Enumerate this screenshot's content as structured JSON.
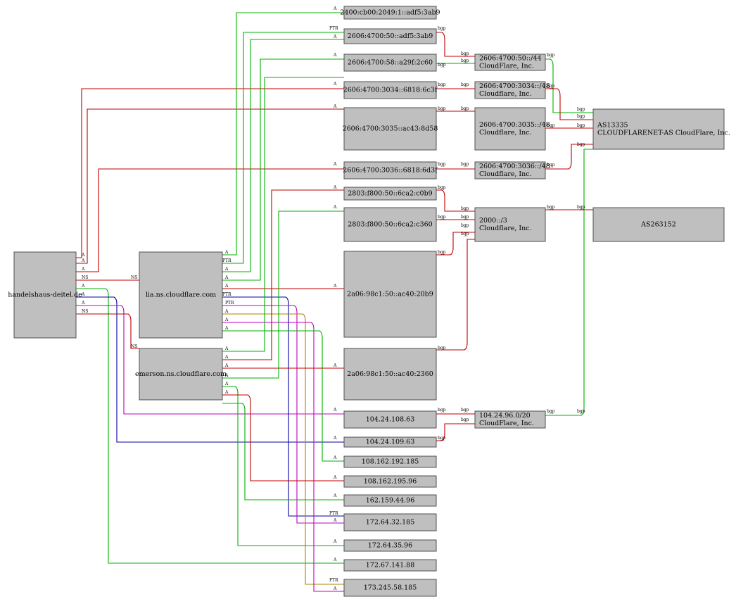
{
  "nodes": {
    "domain": [
      "handelshaus-deitel.de"
    ],
    "ns1": [
      "lia.ns.cloudflare.com"
    ],
    "ns2": [
      "emerson.ns.cloudflare.com"
    ],
    "ip6_1": [
      "2400:cb00:2049:1::adf5:3ab9"
    ],
    "ip6_2": [
      "2606:4700:50::adf5:3ab9"
    ],
    "ip6_3": [
      "2606:4700:58::a29f:2c60"
    ],
    "ip6_4": [
      "2606:4700:3034::6818:6c3f"
    ],
    "ip6_5": [
      "2606:4700:3035::ac43:8d58"
    ],
    "ip6_6": [
      "2606:4700:3036::6818:6d3f"
    ],
    "ip6_7": [
      "2803:f800:50::6ca2:c0b9"
    ],
    "ip6_8": [
      "2803:f800:50::6ca2:c360"
    ],
    "ip6_9": [
      "2a06:98c1:50::ac40:20b9"
    ],
    "ip6_10": [
      "2a06:98c1:50::ac40:2360"
    ],
    "ip4_1": [
      "104.24.108.63"
    ],
    "ip4_2": [
      "104.24.109.63"
    ],
    "ip4_3": [
      "108.162.192.185"
    ],
    "ip4_4": [
      "108.162.195.96"
    ],
    "ip4_5": [
      "162.159.44.96"
    ],
    "ip4_6": [
      "172.64.32.185"
    ],
    "ip4_7": [
      "172.64.35.96"
    ],
    "ip4_8": [
      "172.67.141.88"
    ],
    "ip4_9": [
      "173.245.58.185"
    ],
    "pfx1": [
      "2606:4700:50::/44",
      "CloudFlare, Inc."
    ],
    "pfx2": [
      "2606:4700:3034::/48",
      "Cloudflare, Inc."
    ],
    "pfx3": [
      "2606:4700:3035::/48",
      "Cloudflare, Inc."
    ],
    "pfx4": [
      "2606:4700:3036::/48",
      "Cloudflare, Inc."
    ],
    "pfx5": [
      "2000::/3",
      "Cloudflare, Inc."
    ],
    "pfx6": [
      "104.24.96.0/20",
      "CloudFlare, Inc."
    ],
    "as1": [
      "AS13335",
      "CLOUDFLARENET-AS CloudFlare, Inc."
    ],
    "as2": [
      "AS263152"
    ]
  },
  "edge_labels": {
    "a": "A",
    "ns": "NS",
    "ptr": "PTR",
    "bgp": "bgp"
  },
  "colors": {
    "red": "#c00000",
    "green": "#00b000",
    "blue": "#0000a0",
    "magenta": "#c000c0",
    "olive": "#b08000",
    "node_fill": "#c0bfc0",
    "node_stroke": "#505050"
  }
}
